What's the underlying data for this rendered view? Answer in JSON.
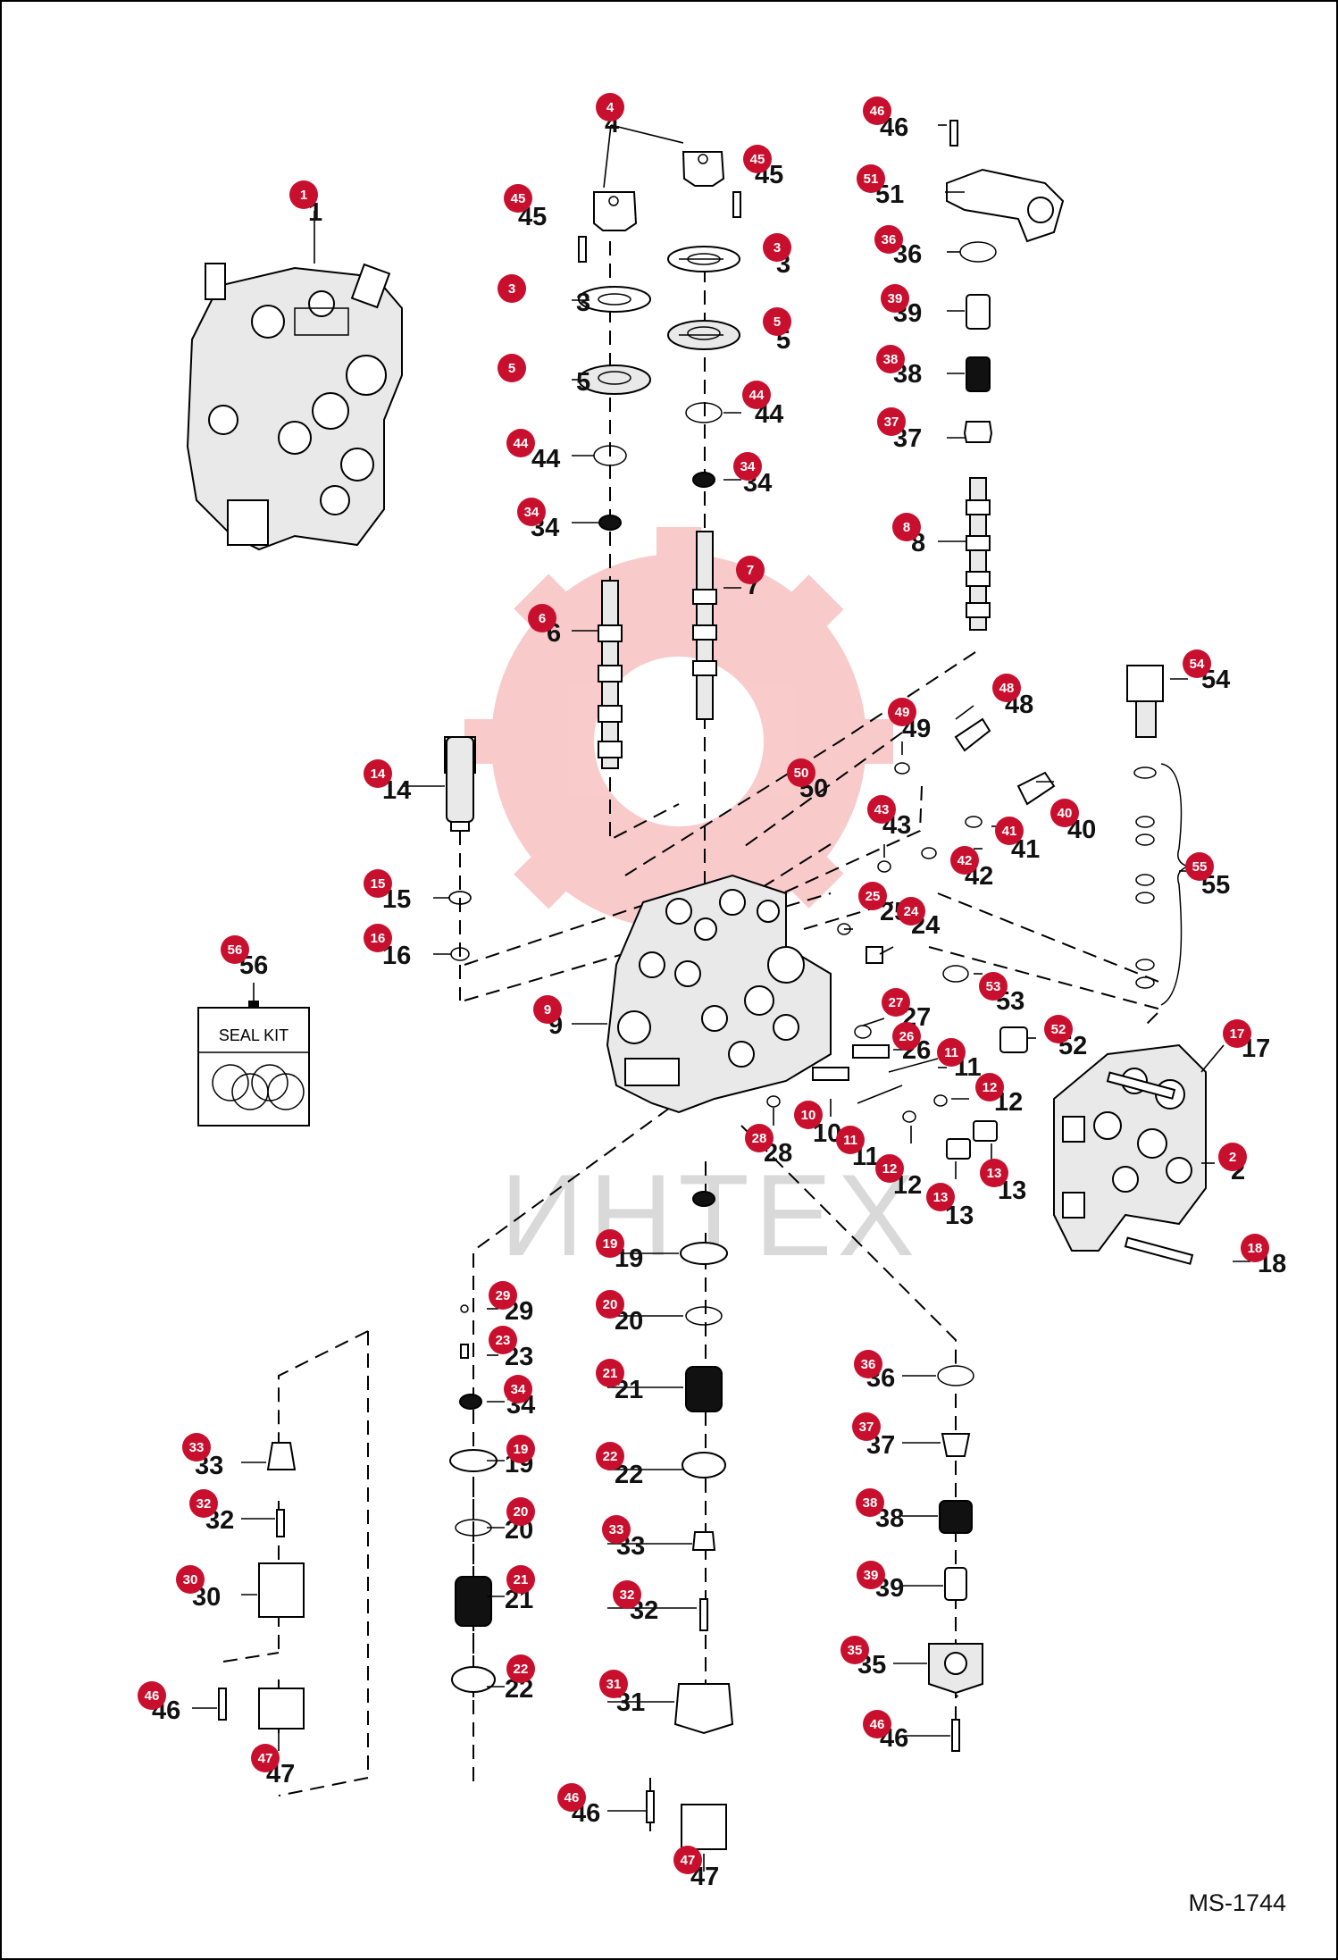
{
  "diagram_code": "MS-1744",
  "watermark": "ИНТЕХ",
  "seal_kit_label": "SEAL KIT",
  "colors": {
    "badge": "#c8102e",
    "watermark": "#f4a0a0",
    "line": "#000000"
  },
  "callouts": [
    {
      "id": "c1",
      "num": "1"
    },
    {
      "id": "c2",
      "num": "2"
    },
    {
      "id": "c3a",
      "num": "3"
    },
    {
      "id": "c3b",
      "num": "3"
    },
    {
      "id": "c4",
      "num": "4"
    },
    {
      "id": "c5a",
      "num": "5"
    },
    {
      "id": "c5b",
      "num": "5"
    },
    {
      "id": "c6",
      "num": "6"
    },
    {
      "id": "c7",
      "num": "7"
    },
    {
      "id": "c8",
      "num": "8"
    },
    {
      "id": "c9",
      "num": "9"
    },
    {
      "id": "c10",
      "num": "10"
    },
    {
      "id": "c11a",
      "num": "11"
    },
    {
      "id": "c11b",
      "num": "11"
    },
    {
      "id": "c12a",
      "num": "12"
    },
    {
      "id": "c12b",
      "num": "12"
    },
    {
      "id": "c13a",
      "num": "13"
    },
    {
      "id": "c13b",
      "num": "13"
    },
    {
      "id": "c14",
      "num": "14"
    },
    {
      "id": "c15",
      "num": "15"
    },
    {
      "id": "c16",
      "num": "16"
    },
    {
      "id": "c17",
      "num": "17"
    },
    {
      "id": "c18",
      "num": "18"
    },
    {
      "id": "c19a",
      "num": "19"
    },
    {
      "id": "c19b",
      "num": "19"
    },
    {
      "id": "c20a",
      "num": "20"
    },
    {
      "id": "c20b",
      "num": "20"
    },
    {
      "id": "c21a",
      "num": "21"
    },
    {
      "id": "c21b",
      "num": "21"
    },
    {
      "id": "c22a",
      "num": "22"
    },
    {
      "id": "c22b",
      "num": "22"
    },
    {
      "id": "c23",
      "num": "23"
    },
    {
      "id": "c24",
      "num": "24"
    },
    {
      "id": "c25",
      "num": "25"
    },
    {
      "id": "c26",
      "num": "26"
    },
    {
      "id": "c27",
      "num": "27"
    },
    {
      "id": "c28",
      "num": "28"
    },
    {
      "id": "c29",
      "num": "29"
    },
    {
      "id": "c30",
      "num": "30"
    },
    {
      "id": "c31",
      "num": "31"
    },
    {
      "id": "c32a",
      "num": "32"
    },
    {
      "id": "c32b",
      "num": "32"
    },
    {
      "id": "c33a",
      "num": "33"
    },
    {
      "id": "c33b",
      "num": "33"
    },
    {
      "id": "c34a",
      "num": "34"
    },
    {
      "id": "c34b",
      "num": "34"
    },
    {
      "id": "c34c",
      "num": "34"
    },
    {
      "id": "c35",
      "num": "35"
    },
    {
      "id": "c36a",
      "num": "36"
    },
    {
      "id": "c36b",
      "num": "36"
    },
    {
      "id": "c37a",
      "num": "37"
    },
    {
      "id": "c37b",
      "num": "37"
    },
    {
      "id": "c38a",
      "num": "38"
    },
    {
      "id": "c38b",
      "num": "38"
    },
    {
      "id": "c39a",
      "num": "39"
    },
    {
      "id": "c39b",
      "num": "39"
    },
    {
      "id": "c40",
      "num": "40"
    },
    {
      "id": "c41",
      "num": "41"
    },
    {
      "id": "c42",
      "num": "42"
    },
    {
      "id": "c43",
      "num": "43"
    },
    {
      "id": "c44a",
      "num": "44"
    },
    {
      "id": "c44b",
      "num": "44"
    },
    {
      "id": "c45a",
      "num": "45"
    },
    {
      "id": "c45b",
      "num": "45"
    },
    {
      "id": "c46a",
      "num": "46"
    },
    {
      "id": "c46b",
      "num": "46"
    },
    {
      "id": "c46c",
      "num": "46"
    },
    {
      "id": "c46d",
      "num": "46"
    },
    {
      "id": "c47a",
      "num": "47"
    },
    {
      "id": "c47b",
      "num": "47"
    },
    {
      "id": "c48",
      "num": "48"
    },
    {
      "id": "c49",
      "num": "49"
    },
    {
      "id": "c50",
      "num": "50"
    },
    {
      "id": "c51",
      "num": "51"
    },
    {
      "id": "c52",
      "num": "52"
    },
    {
      "id": "c53",
      "num": "53"
    },
    {
      "id": "c54",
      "num": "54"
    },
    {
      "id": "c55",
      "num": "55"
    },
    {
      "id": "c56",
      "num": "56"
    }
  ]
}
